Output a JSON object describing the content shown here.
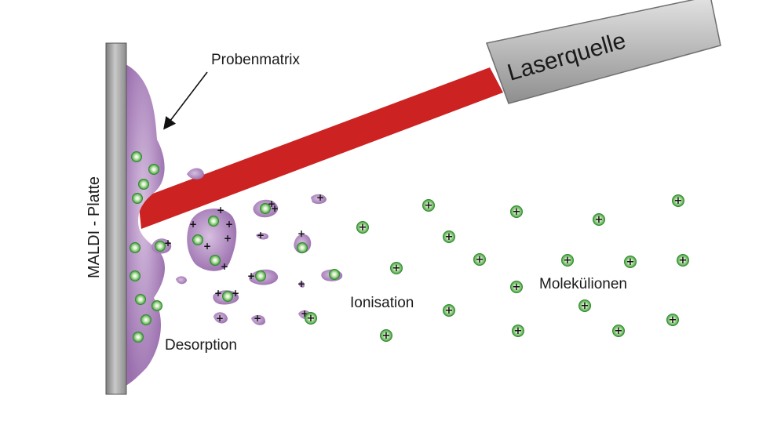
{
  "labels": {
    "laser_source": "Laserquelle",
    "sample_matrix": "Probenmatrix",
    "plate": "MALDI - Platte",
    "desorption": "Desorption",
    "ionisation": "Ionisation",
    "molecular_ions": "Molekülionen"
  },
  "ion_symbol": "+",
  "colors": {
    "plate": "#a9a9a9",
    "matrix": "#b892c4",
    "laser_beam": "#cc2222",
    "laser_housing": "#b5b5b5",
    "ion": "#4fb84a"
  }
}
